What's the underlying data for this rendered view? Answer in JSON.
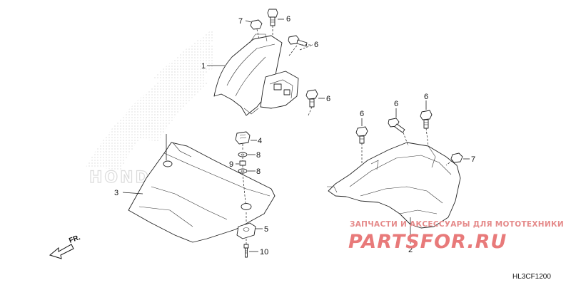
{
  "diagram": {
    "callouts": [
      {
        "id": "c7a",
        "text": "7"
      },
      {
        "id": "c6a",
        "text": "6"
      },
      {
        "id": "c6b",
        "text": "6"
      },
      {
        "id": "c1",
        "text": "1"
      },
      {
        "id": "c6c",
        "text": "6"
      },
      {
        "id": "c4",
        "text": "4"
      },
      {
        "id": "c8a",
        "text": "8"
      },
      {
        "id": "c9",
        "text": "9"
      },
      {
        "id": "c8b",
        "text": "8"
      },
      {
        "id": "c3",
        "text": "3"
      },
      {
        "id": "c5",
        "text": "5"
      },
      {
        "id": "c10",
        "text": "10"
      },
      {
        "id": "c6d",
        "text": "6"
      },
      {
        "id": "c6e",
        "text": "6"
      },
      {
        "id": "c6f",
        "text": "6"
      },
      {
        "id": "c7b",
        "text": "7"
      },
      {
        "id": "c2",
        "text": "2"
      }
    ],
    "direction_label": "FR.",
    "diagram_code": "HL3CF1200",
    "watermark": {
      "line1": "ЗАПЧАСТИ И АКСЕССУАРЫ ДЛЯ МОТОТЕХНИКИ",
      "line2": "PARTSFOR.RU"
    },
    "background_logo": "honda-wing-logo"
  }
}
